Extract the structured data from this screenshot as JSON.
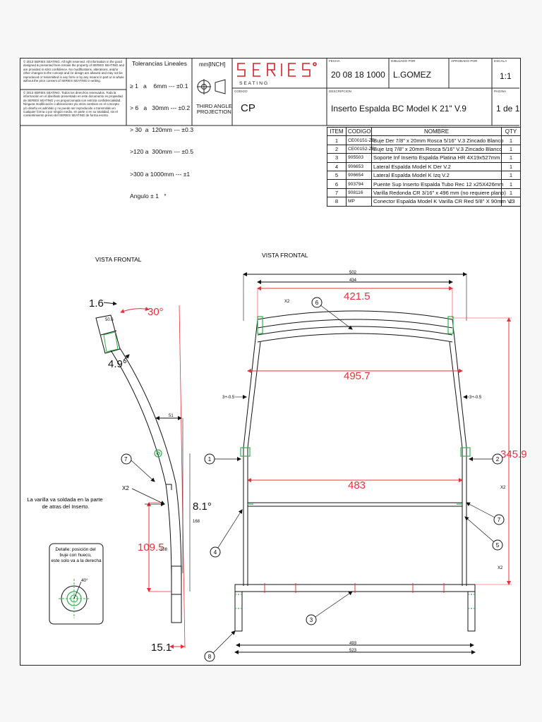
{
  "copyright": {
    "en": "© 2013 SERIES SEATING. All right reserved. All information in the good designed & presented here remain the property of SERIES SEATING and are provided in strict confidence. No modifications, alterations, and/or other changes to the concept and /or design are allowed and may not be reproduced or transmitted in any form or by any means in part or in whole without the prior consent of SERIES SEATING in writing.",
    "es": "© 2013 SERIES SEATING. Todos los derechos reservados. Toda la información en el diseñado presentado en este documento es propiedad de SERIES SEATING y es proporcionada con estricta confidencialidad. Ninguna modificación o alteraciones y/o otros cambios en el concepto y/o diseño es admitido y no puede ser reproducido o transmitido en cualquier forma o por ningún medio, en parte o en su totalidad, sin el consentimiento previo del SERIES SEATING de forma escrito."
  },
  "tolerances": {
    "title": "Tolerancias Lineales",
    "rows": [
      "≥ 1   a    6mm --- ±0.1",
      "> 6   a   30mm --- ±0.2",
      "> 30  a  120mm --- ±0.3",
      ">120 a  300mm --- ±0.5",
      ">300 a 1000mm --- ±1",
      "Angulo ± 1   °"
    ]
  },
  "units": "mm[INCH]",
  "projection": "THIRD ANGLE\nPROJECTION",
  "logo": {
    "brand": "SERIES",
    "sub": "S E A T I N G"
  },
  "title_block": {
    "fecha_label": "FECHA",
    "fecha": "20 08 18 1000",
    "dibujado_label": "DIBUJADO POR",
    "dibujado": "L.GOMEZ",
    "aprobado_label": "APROBADO POR",
    "aprobado": "",
    "escala_label": "ESCALA",
    "escala": "1:1",
    "codigo_label": "CODIGO",
    "codigo": "CP",
    "descripcion_label": "DESCRIPCION",
    "descripcion": "Inserto Espalda BC Model K 21\" V.9",
    "pagina_label": "PAGINA",
    "pagina": "1 de 1"
  },
  "bom": {
    "headers": [
      "ITEM",
      "CODIGO",
      "NOMBRE",
      "QTY"
    ],
    "rows": [
      [
        "1",
        "CE00151-ZB",
        "Buje Der 7/8\" x 20mm Rosca 5/16\" V.3 Zincado Blanco",
        "1"
      ],
      [
        "2",
        "CE00152-ZB",
        "Buje Izq 7/8\" x 20mm Rosca 5/16\" V.3 Zincado Blanco",
        "1"
      ],
      [
        "3",
        "905503",
        "Soporte Inf Inserto Espalda Platina HR 4X19x527mm",
        "1"
      ],
      [
        "4",
        "906653",
        "Lateral Espalda Model K Der V.2",
        "1"
      ],
      [
        "5",
        "906654",
        "Lateral Espalda Model K Izq V.2",
        "1"
      ],
      [
        "6",
        "903794",
        "Puente Sup Inserto Espalda Tubo Rec 12 x25X426mm",
        "1"
      ],
      [
        "7",
        "908116",
        "Varilla Redonda CR  3/16\" x 496 mm (no requiere plano)",
        "1"
      ],
      [
        "8",
        "MP",
        "Conector Espalda Model K Varilla CR Red 5/8\" X 90mm V.3",
        "2"
      ]
    ]
  },
  "side_view": {
    "title": "VISTA FRONTAL",
    "dims": {
      "d1": "1.6",
      "d2": "50.6",
      "ang1": "30°",
      "ang2": "4.9°",
      "d51": "51",
      "ang3": "8.1°",
      "d168": "168",
      "d1095": "109.5",
      "d108": "108",
      "d151": "15.1"
    },
    "balloons": [
      "7"
    ],
    "x2": "X2",
    "note": "La varilla va soldada en la parte\nde atras del Inserto.",
    "detail": "Detalle: posición del\nbuje con hueco,\neste solo va a la derecha",
    "detail_angle": "40°"
  },
  "front_view": {
    "title": "VISTA FRONTAL",
    "dims": {
      "w502": "502",
      "w434": "434",
      "w4215": "421.5",
      "w4957": "495.7",
      "w483": "483",
      "h3459": "345.9",
      "tolL": "3+-0.5",
      "tolR": "3+-0.5",
      "w493": "493",
      "w523": "523"
    },
    "balloons": [
      "6",
      "1",
      "2",
      "7",
      "4",
      "5",
      "3",
      "8"
    ],
    "x2": "X2"
  },
  "colors": {
    "dim_red": "#e8303a",
    "green": "#2fb34a",
    "ink": "#111111"
  }
}
